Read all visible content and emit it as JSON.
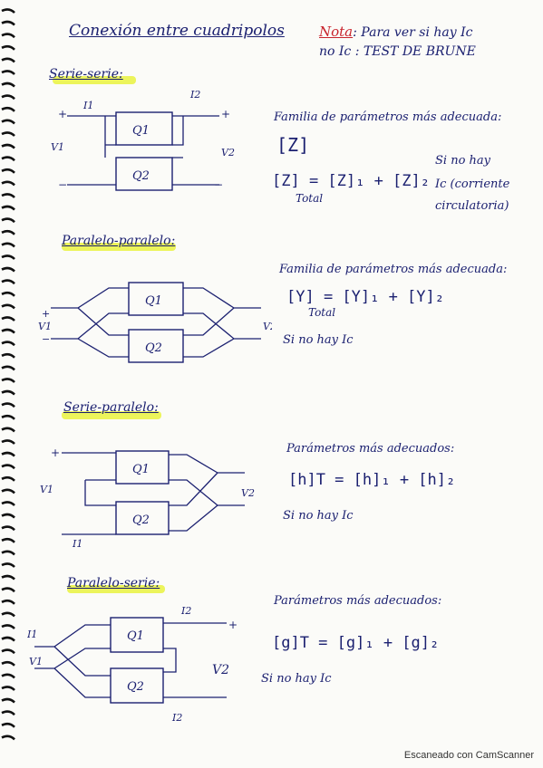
{
  "title": "Conexión entre cuadripolos",
  "note": {
    "label": "Nota",
    "line1": ": Para ver si hay Ic",
    "line2": "no Ic : TEST DE BRUNE"
  },
  "sections": [
    {
      "title": "Serie-serie:",
      "param_text": "Familia de parámetros más adecuada:",
      "eq1": "[Z]",
      "eq2": "[Z]  = [Z]₁ + [Z]₂",
      "eq_sub": "Total",
      "cond1": "Si no hay",
      "cond2": "Ic (corriente",
      "cond3": "circulatoria)"
    },
    {
      "title": "Paralelo-paralelo:",
      "param_text": "Familia de parámetros más adecuada:",
      "eq1": "[Y]  = [Y]₁ + [Y]₂",
      "eq_sub": "Total",
      "cond1": "Si no hay Ic"
    },
    {
      "title": "Serie-paralelo:",
      "param_text": "Parámetros más adecuados:",
      "eq1": "[h]T = [h]₁ + [h]₂",
      "cond1": "Si no hay Ic"
    },
    {
      "title": "Paralelo-serie:",
      "param_text": "Parámetros más adecuados:",
      "eq1": "[g]T = [g]₁ + [g]₂",
      "cond1": "Si no hay Ic"
    }
  ],
  "footer": "Escaneado con CamScanner"
}
